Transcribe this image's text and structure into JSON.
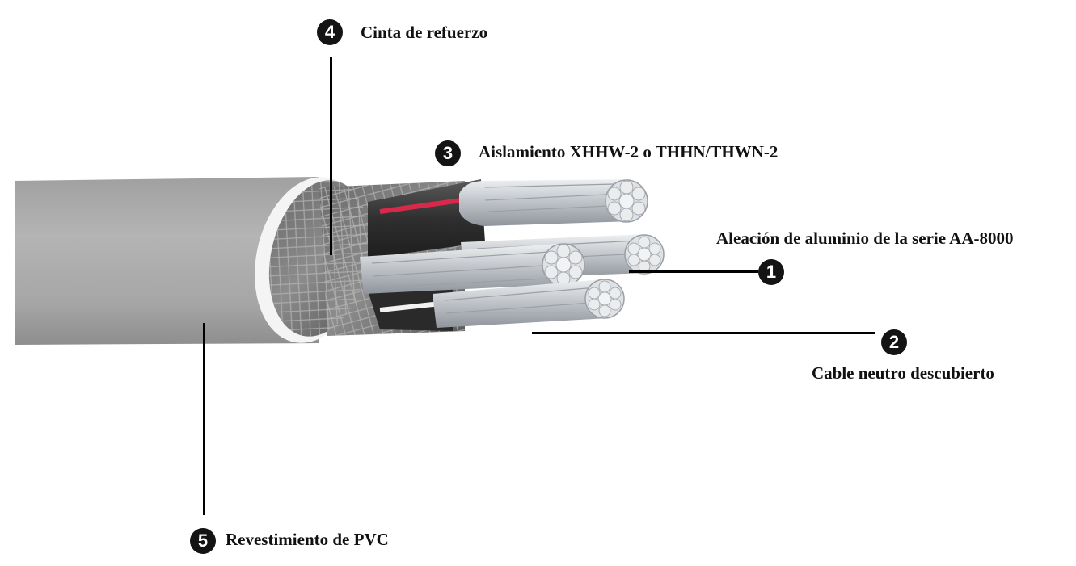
{
  "callouts": [
    {
      "number": "1",
      "label": "Aleación de aluminio de la serie AA-8000"
    },
    {
      "number": "2",
      "label": "Cable neutro descubierto"
    },
    {
      "number": "3",
      "label": "Aislamiento XHHW-2 o THHN/THWN-2"
    },
    {
      "number": "4",
      "label": "Cinta de refuerzo"
    },
    {
      "number": "5",
      "label": "Revestimiento de PVC"
    }
  ],
  "colors": {
    "jacket": "#a9a9a9",
    "insulation": "#3a3a3a",
    "conductor": "#c9cdd2",
    "stripe": "#d8294a",
    "callout_badge": "#141414"
  }
}
